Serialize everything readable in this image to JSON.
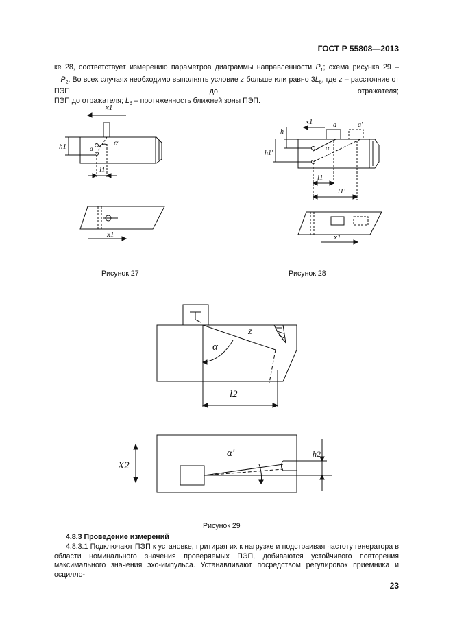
{
  "header": {
    "standard": "ГОСТ Р 55808—2013"
  },
  "intro": {
    "l1_a": "ке 28, соответствует измерению параметров диаграммы направленности ",
    "p1": "P",
    "p1_sub": "1",
    "l1_b": "; схема рисунка 29 –",
    "p2": "P",
    "p2_sub": "2",
    "l2_a": ". Во всех случаях необходимо выполнять условие ",
    "z1": "z",
    "l2_b": " больше или равно 3",
    "L1": "L",
    "L1_sub": "б",
    "l2_c": ", где ",
    "z2": "z",
    "l2_d": " – расстояние от ПЭП до отражателя; ",
    "L2": "L",
    "L2_sub": "б",
    "l3": " – протяженность ближней зоны ПЭП."
  },
  "figures": {
    "fig27": {
      "caption": "Рисунок 27",
      "labels": {
        "x1_top": "x1",
        "h1": "h1",
        "alpha": "α",
        "a": "a",
        "l1": "l1",
        "x1_bottom": "x1"
      }
    },
    "fig28": {
      "caption": "Рисунок 28",
      "labels": {
        "x1_top": "x1",
        "h": "h",
        "h1p": "h1'",
        "a": "a",
        "ap": "a'",
        "alpha": "α",
        "l1": "l1",
        "l1p": "l1'",
        "x1_bottom": "x1"
      }
    },
    "fig29": {
      "caption": "Рисунок 29",
      "labels": {
        "z": "z",
        "alpha": "α",
        "l2": "l2",
        "alphap": "α'",
        "h2": "h2",
        "x2": "X2"
      }
    }
  },
  "section": {
    "heading": "4.8.3 Проведение измерений"
  },
  "body": {
    "p1": "4.8.3.1 Подключают ПЭП к установке, притирая их к нагрузке и подстраивая частоту генератора в области номинального значения проверяемых ПЭП, добиваются устойчивого повторения максимального значения эхо-импульса. Устанавливают посредством регулировок приемника и осцилло-"
  },
  "page": {
    "number": "23"
  }
}
